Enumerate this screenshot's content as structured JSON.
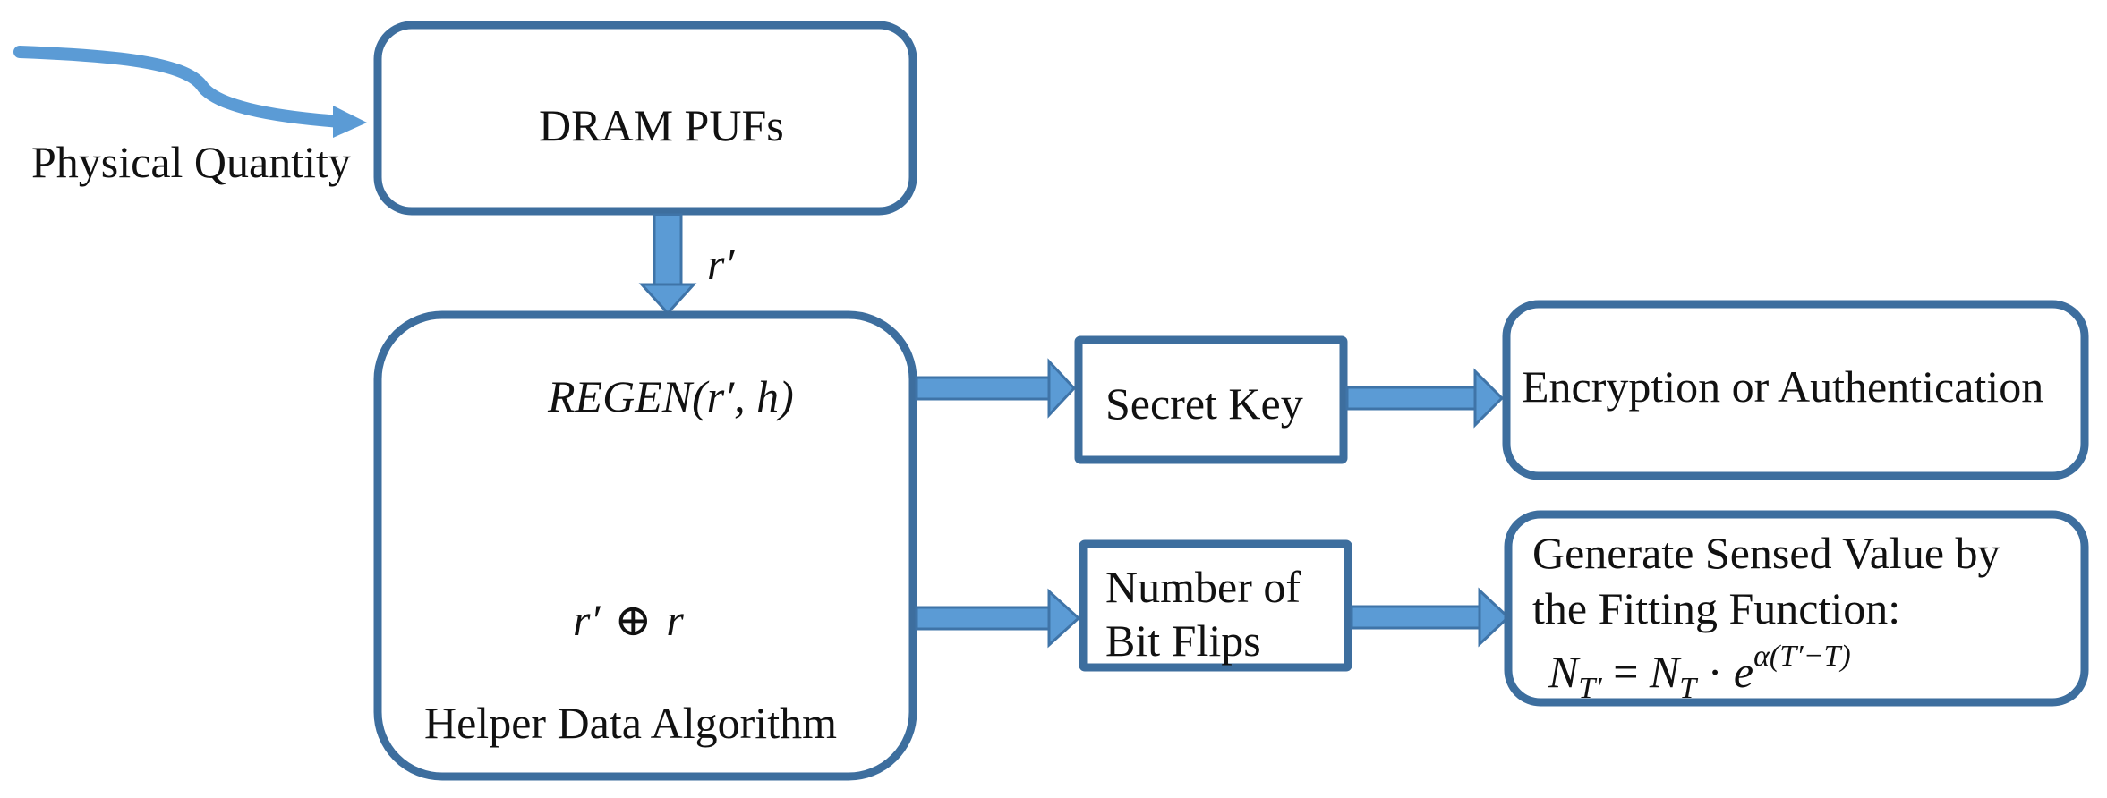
{
  "nodes": {
    "physical_quantity": {
      "label": "Physical Quantity"
    },
    "dram_pufs": {
      "label": "DRAM PUFs"
    },
    "edge_r_prime": {
      "label": "r′"
    },
    "helper": {
      "regen": {
        "func": "REGEN",
        "args": "(r′, h)"
      },
      "xor": {
        "left": "r′",
        "op": "⊕",
        "right": "r"
      },
      "label": "Helper Data Algorithm"
    },
    "secret_key": {
      "label": "Secret Key"
    },
    "bit_flips": {
      "line1": "Number of",
      "line2": "Bit Flips"
    },
    "encryption": {
      "label": "Encryption or Authentication"
    },
    "sensed_value": {
      "line1": "Generate Sensed Value by",
      "line2": "the Fitting Function:",
      "formula": {
        "lhs": "N",
        "lhs_sub": "T′",
        "eq": " = ",
        "rhs": "N",
        "rhs_sub": "T",
        "dot": " · ",
        "base": "e",
        "exp": "α(T′−T)"
      }
    }
  },
  "colors": {
    "box_stroke": "#3d6e9e",
    "arrow_fill": "#5b9bd5",
    "text": "#111111"
  }
}
